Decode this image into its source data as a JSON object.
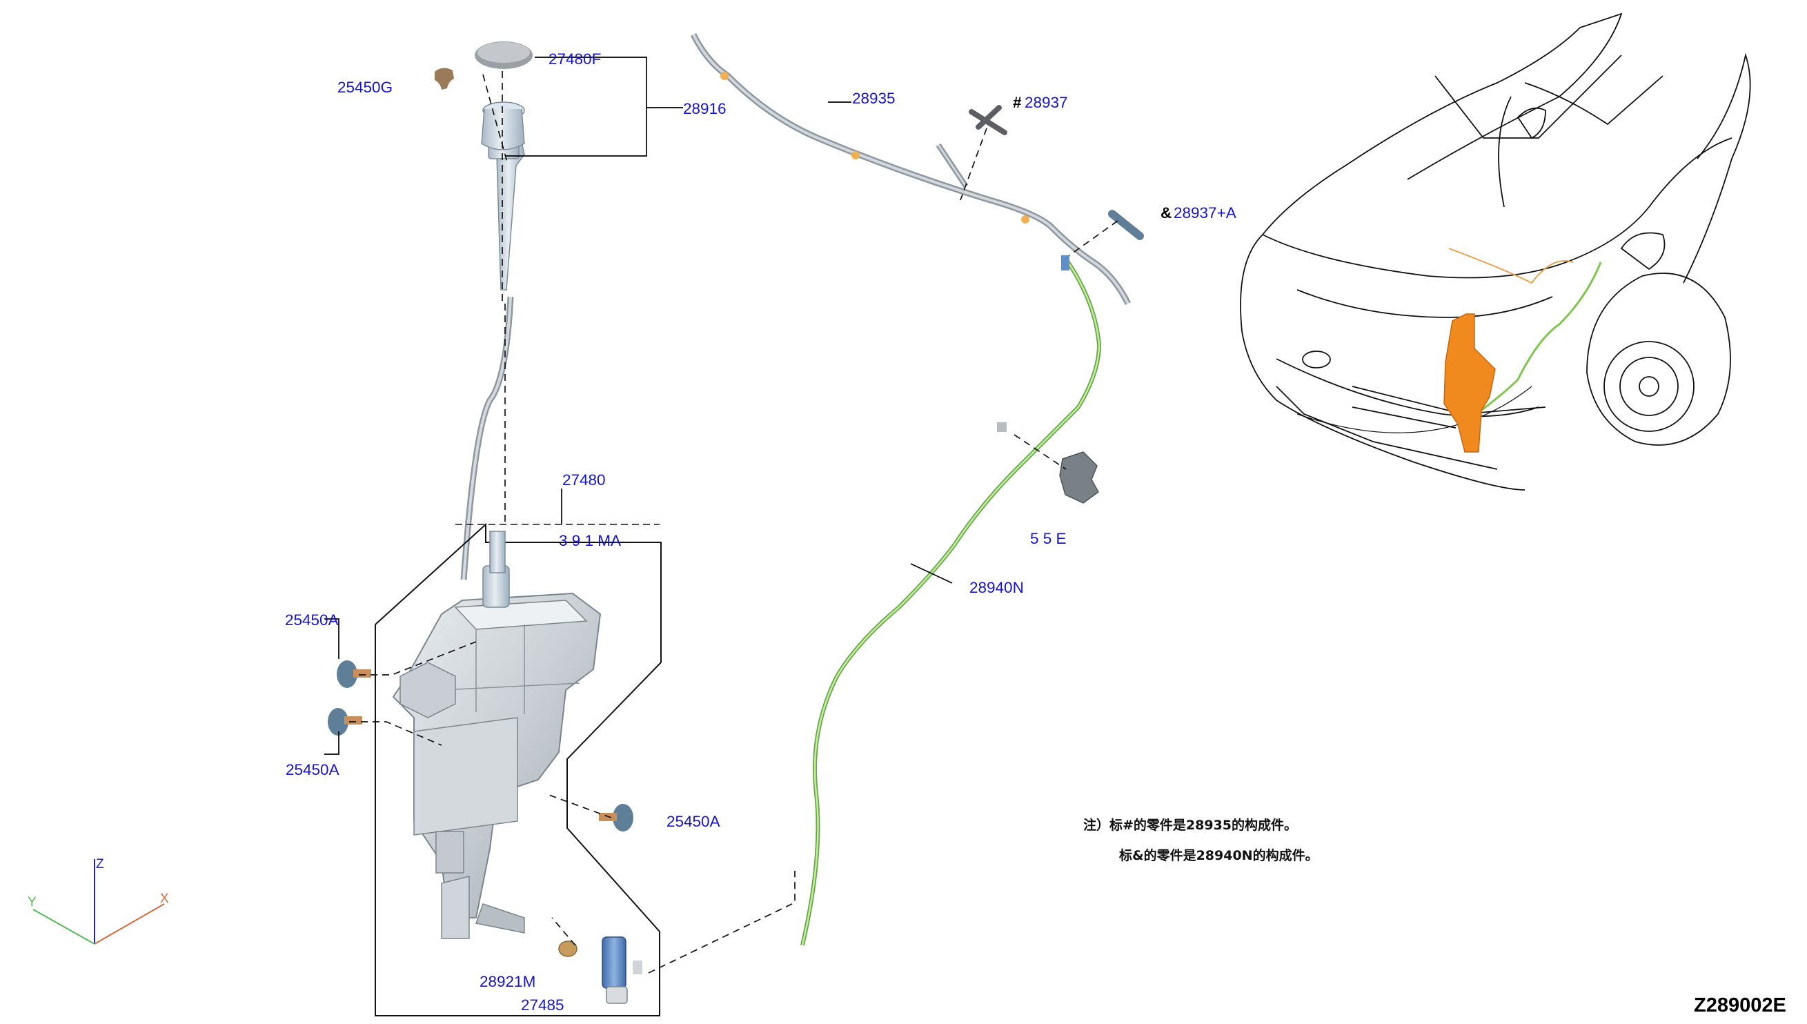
{
  "diagram": {
    "parts": {
      "p27480F": "27480F",
      "p25450G": "25450G",
      "p28916": "28916",
      "p28935": "28935",
      "p28937": "28937",
      "p28937A": "28937+A",
      "p27480": "27480",
      "p28921MA": "3 9 1 MA",
      "p2895E": "5  5  E",
      "p28940N": "28940N",
      "p25450A_1": "25450A",
      "p25450A_2": "25450A",
      "p25450A_3": "25450A",
      "p28921M": "28921M",
      "p27485": "27485"
    },
    "symbols": {
      "hash": "#",
      "amp": "&"
    },
    "notes": {
      "line1": "注）标#的零件是28935的构成件。",
      "line2": "标&的零件是28940N的构成件。"
    },
    "axes": {
      "x": "X",
      "y": "Y",
      "z": "Z"
    },
    "code": "Z289002E"
  },
  "colors": {
    "callout": "#1414d2",
    "hose_gray": "#b9c4cf",
    "hose_green": "#8fd85a",
    "reservoir_highlight": "#f08a1e",
    "part_blue": "#5f7f99",
    "pump_blue": "#4f7fc0"
  }
}
